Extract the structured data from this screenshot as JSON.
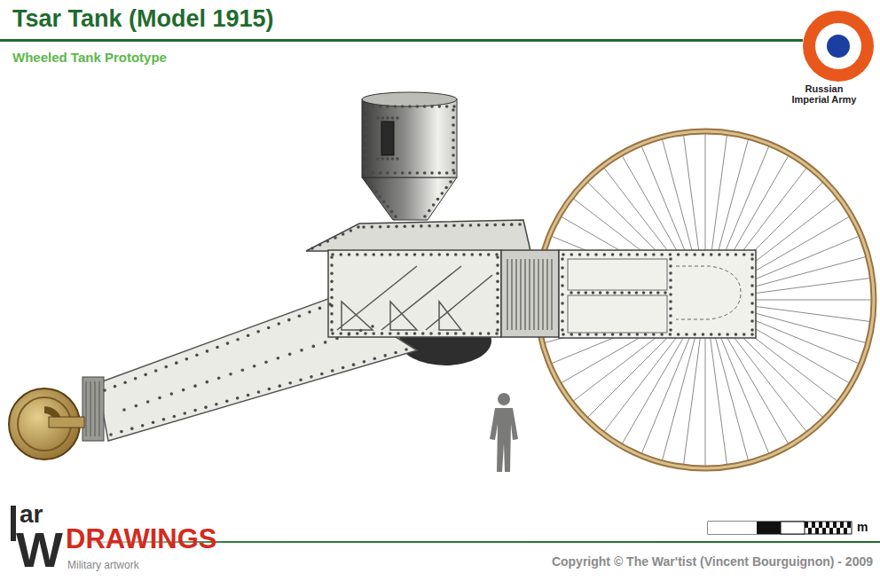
{
  "diagram": {
    "title": "Tsar Tank (Model 1915)",
    "caption": "Copyright © The War'tist (Vincent Bourguignon) - 2009",
    "labels": [
      "Wheeled Tank Prototype",
      "Russian Imperial Army",
      "m",
      "W",
      "ar",
      "DRAWINGS",
      "Military artwork"
    ]
  }
}
